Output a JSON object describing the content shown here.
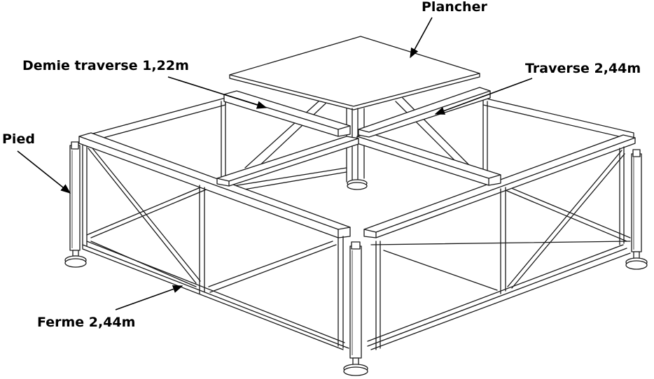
{
  "labels": {
    "plancher": "Plancher",
    "demie_traverse": "Demie traverse 1,22m",
    "traverse": "Traverse 2,44m",
    "pied": "Pied",
    "ferme": "Ferme 2,44m"
  }
}
